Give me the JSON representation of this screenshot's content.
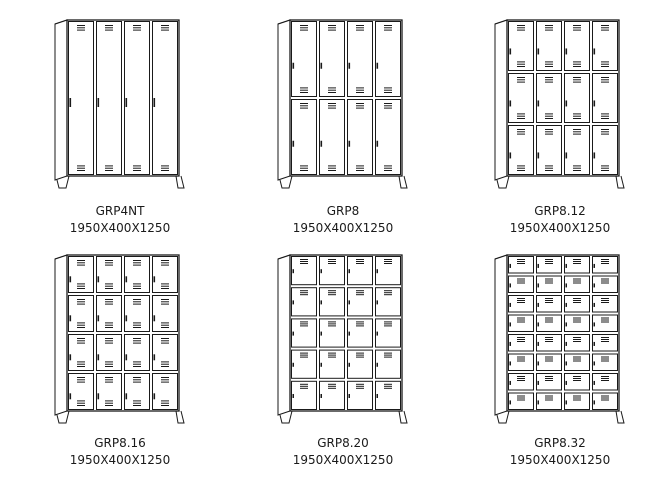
{
  "colors": {
    "line": "#1a1a1a",
    "background": "#ffffff"
  },
  "lockers": [
    {
      "code": "GRP4NT",
      "dimensions": "1950X400X1250",
      "columns": 4,
      "tiers": 1
    },
    {
      "code": "GRP8",
      "dimensions": "1950X400X1250",
      "columns": 4,
      "tiers": 2
    },
    {
      "code": "GRP8.12",
      "dimensions": "1950X400X1250",
      "columns": 4,
      "tiers": 3
    },
    {
      "code": "GRP8.16",
      "dimensions": "1950X400X1250",
      "columns": 4,
      "tiers": 4
    },
    {
      "code": "GRP8.20",
      "dimensions": "1950X400X1250",
      "columns": 4,
      "tiers": 5
    },
    {
      "code": "GRP8.32",
      "dimensions": "1950X400X1250",
      "columns": 4,
      "tiers": 8
    }
  ]
}
